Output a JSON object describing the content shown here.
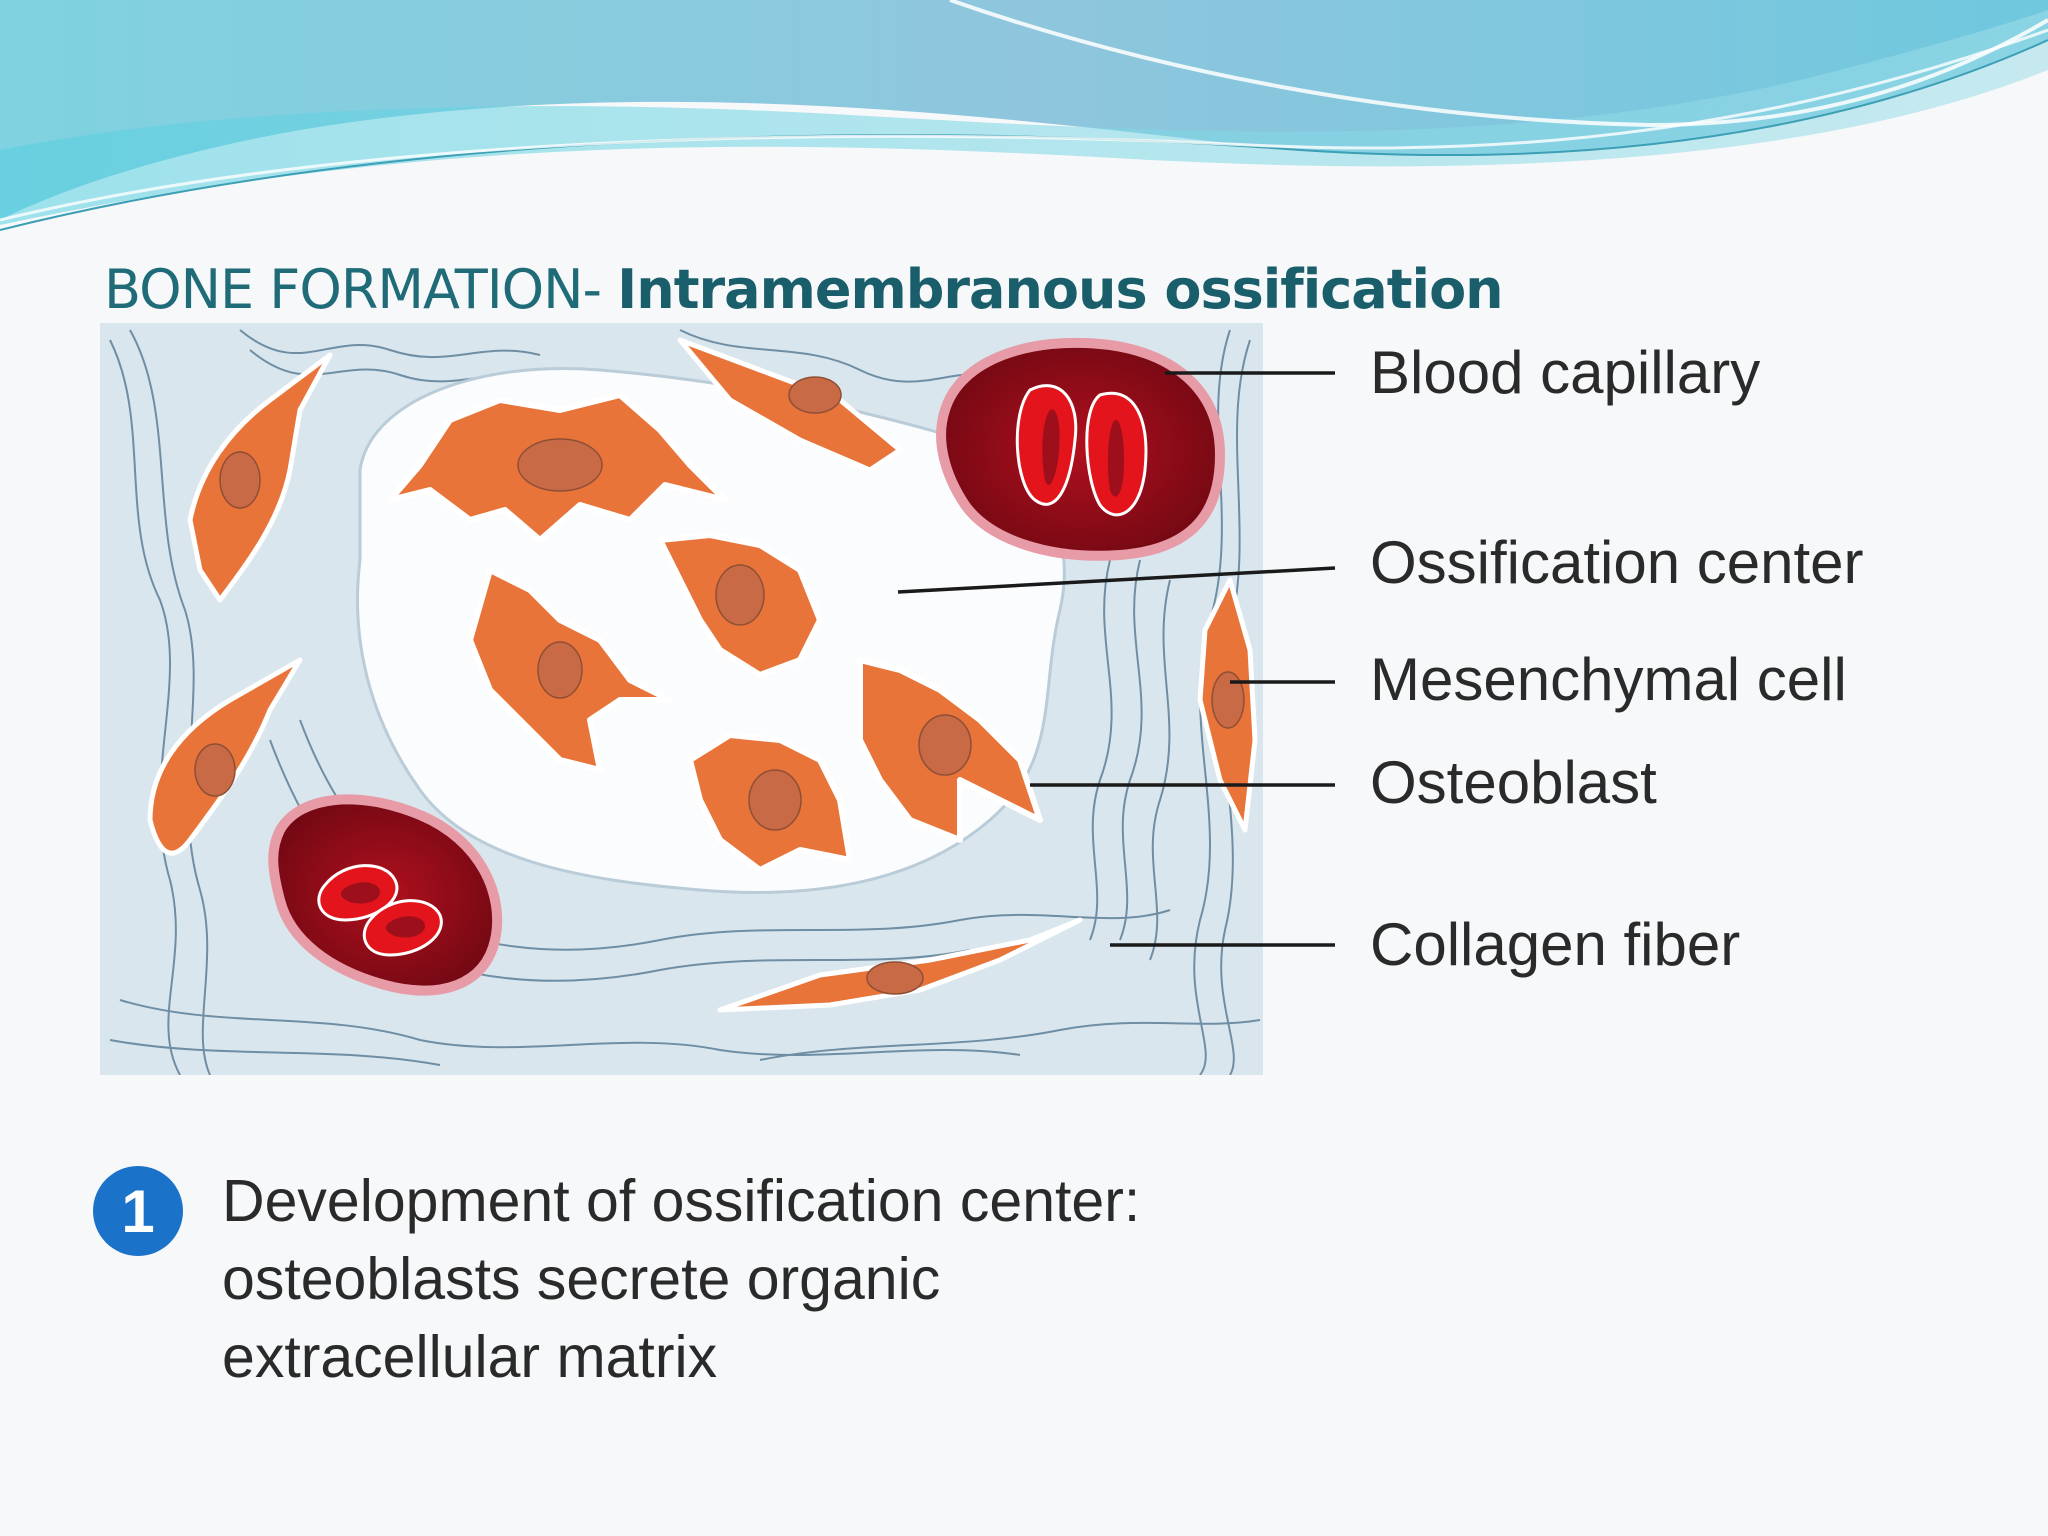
{
  "slide": {
    "title_prefix": "BONE FORMATION- ",
    "title_bold": "Intramembranous ossification"
  },
  "diagram": {
    "labels": [
      "Blood capillary",
      "Ossification center",
      "Mesenchymal cell",
      "Osteoblast",
      "Collagen fiber"
    ]
  },
  "step": {
    "number": "1",
    "lines": [
      "Development of ossification center:",
      "osteoblasts secrete organic",
      "extracellular matrix"
    ]
  },
  "colors": {
    "title": "#1f6b78",
    "cell": "#e8743a",
    "nucleus": "#c86a45",
    "blood": "#9e0f1c",
    "rbc": "#e3141b",
    "matrix": "#d9e6ee",
    "badge": "#1a73c9"
  }
}
